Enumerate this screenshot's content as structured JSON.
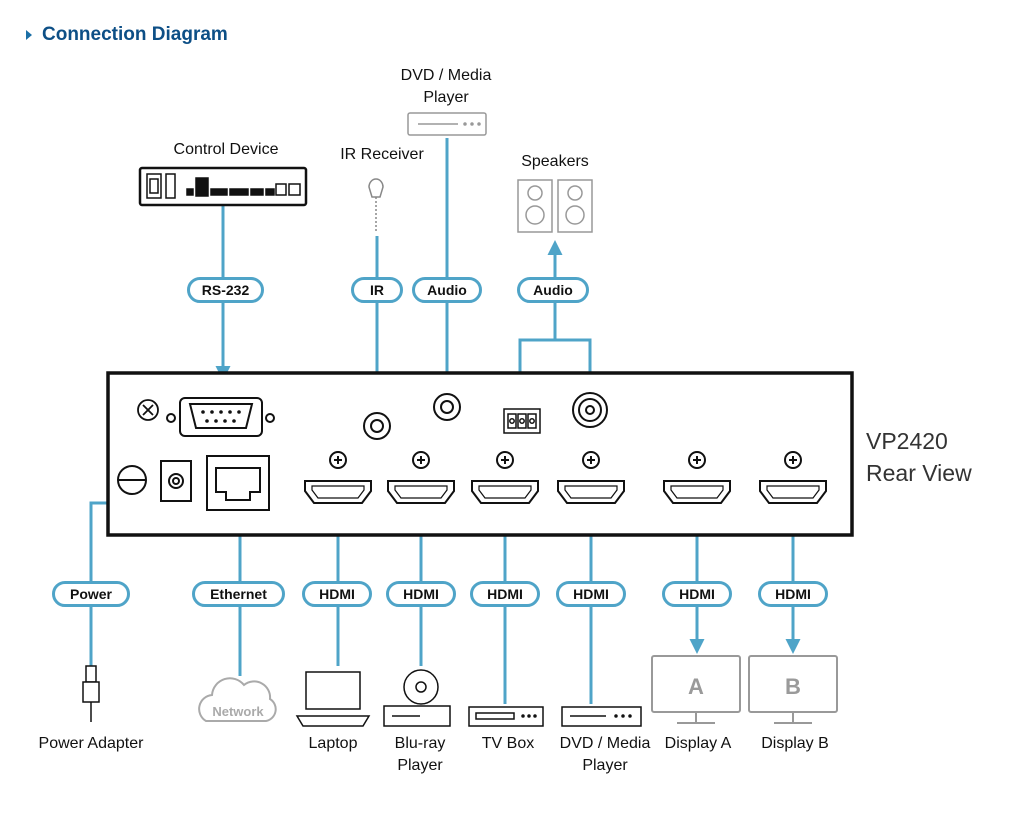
{
  "title": "Connection Diagram",
  "device": {
    "model": "VP2420",
    "view": "Rear View"
  },
  "top_devices": {
    "control_device": "Control Device",
    "ir_receiver": "IR Receiver",
    "dvd_top_line1": "DVD / Media",
    "dvd_top_line2": "Player",
    "speakers": "Speakers"
  },
  "top_cables": {
    "rs232": "RS-232",
    "ir": "IR",
    "audio_in": "Audio",
    "audio_out": "Audio"
  },
  "bottom_cables": {
    "power": "Power",
    "ethernet": "Ethernet",
    "hdmi_1": "HDMI",
    "hdmi_2": "HDMI",
    "hdmi_3": "HDMI",
    "hdmi_4": "HDMI",
    "hdmi_out_a": "HDMI",
    "hdmi_out_b": "HDMI"
  },
  "bottom_devices": {
    "power_adapter": "Power Adapter",
    "network": "Network",
    "laptop": "Laptop",
    "bluray_line1": "Blu-ray",
    "bluray_line2": "Player",
    "tv_box": "TV Box",
    "dvd_line1": "DVD / Media",
    "dvd_line2": "Player",
    "display_a": "Display A",
    "display_b": "Display B",
    "display_a_letter": "A",
    "display_b_letter": "B"
  },
  "colors": {
    "cable": "#4fa4c8",
    "title": "#0d4f86",
    "device_gray": "#b3b3b3"
  }
}
